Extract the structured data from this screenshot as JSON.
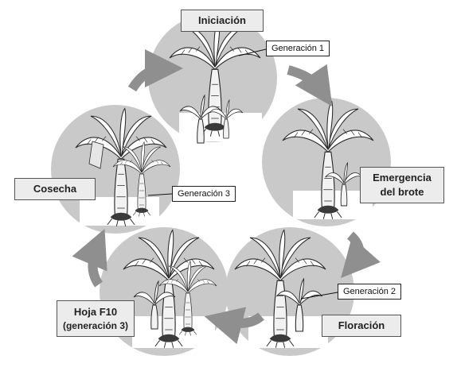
{
  "stages": {
    "iniciacion": "Iniciación",
    "emergencia": [
      "Emergencia",
      "del brote"
    ],
    "floracion": "Floración",
    "hoja": [
      "Hoja F10",
      "(generación 3)"
    ],
    "cosecha": "Cosecha"
  },
  "generations": {
    "gen1": "Generación 1",
    "gen2": "Generación 2",
    "gen3": "Generación 3"
  },
  "colors": {
    "circle_fill": "#c9c9c9",
    "circle_edge": "#b8b8b8",
    "arrow": "#8f8f8f",
    "label_fill": "#ececec",
    "plant_ink": "#2a2a2a"
  }
}
